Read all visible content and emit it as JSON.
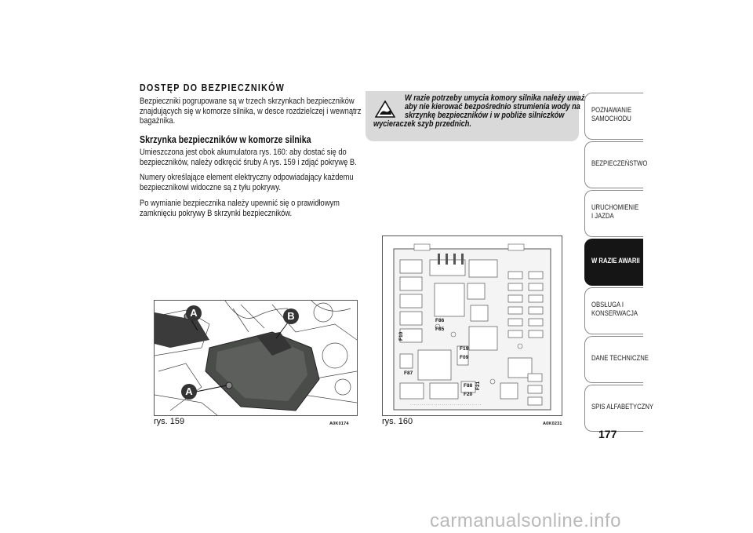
{
  "title": "DOSTĘP DO BEZPIECZNIKÓW",
  "intro": [
    "Bezpieczniki pogrupowane są w trzech skrzynkach bezpieczników",
    "znajdujących się w komorze silnika, w desce rozdzielczej i wewnątrz",
    "bagażnika."
  ],
  "subtitle": "Skrzynka bezpieczników w komorze silnika",
  "para1": [
    "Umieszczona jest obok akumulatora rys. 160: aby dostać się do",
    "bezpieczników, należy odkręcić śruby A rys. 159 i zdjąć pokrywę B."
  ],
  "para2": [
    "Numery określające element elektryczny odpowiadający każdemu",
    "bezpiecznikowi widoczne są z tyłu pokrywy."
  ],
  "para3": [
    "Po wymianie bezpiecznika należy upewnić się o prawidłowym",
    "zamknięciu pokrywy B skrzynki bezpieczników."
  ],
  "warning": {
    "lines": [
      "W razie potrzeby umycia komory silnika należy uważać,",
      "aby nie kierować bezpośrednio strumienia wody na",
      "skrzynkę bezpieczników i w pobliże silniczków",
      "wycieraczek szyb przednich."
    ],
    "icon": "warning-triangle-icon"
  },
  "figures": [
    {
      "caption": "rys. 159",
      "code": "A0K0174",
      "labels": [
        "A",
        "B",
        "A"
      ]
    },
    {
      "caption": "rys. 160",
      "code": "A0K0231",
      "fuses": [
        "F86",
        "F85",
        "F10",
        "F19",
        "F09",
        "F87",
        "F88",
        "F21",
        "F20"
      ]
    }
  ],
  "tabs": [
    "POZNAWANIE SAMOCHODU",
    "BEZPIECZEŃSTWO",
    "URUCHOMIENIE I JAZDA",
    "W RAZIE AWARII",
    "OBSŁUGA I KONSERWACJA",
    "DANE TECHNICZNE",
    "SPIS ALFABETYCZNY"
  ],
  "active_tab": "W RAZIE AWARII",
  "page_number": "177",
  "watermark": "carmanualsonline.info",
  "colors": {
    "warning_bg": "#d9d9d9",
    "active_tab": "#151515",
    "cover": "#4a4c4a"
  }
}
